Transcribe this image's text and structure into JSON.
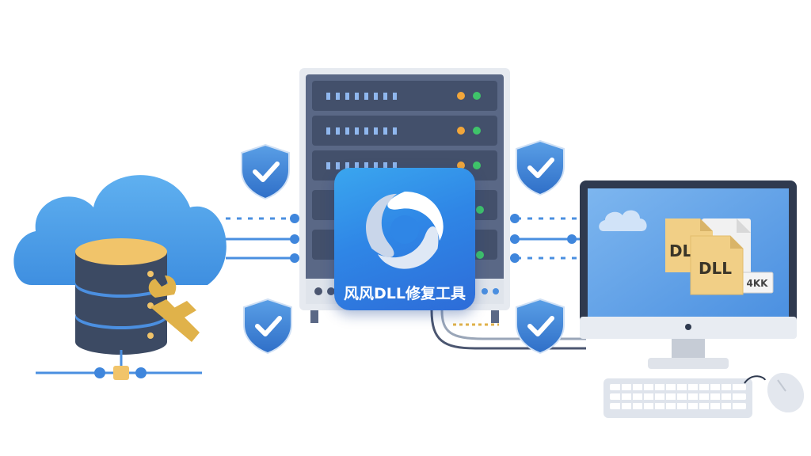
{
  "app": {
    "name": "风风DLL修复工具"
  },
  "file_icons": {
    "front_label": "DLL",
    "back_label": "DLL",
    "size_tag": "4KK"
  },
  "colors": {
    "accent": "#2f86e6",
    "shield": "#3b82d6",
    "cloud": "#4a9be8",
    "server": "#4b5b7a",
    "file": "#f1cf86"
  }
}
